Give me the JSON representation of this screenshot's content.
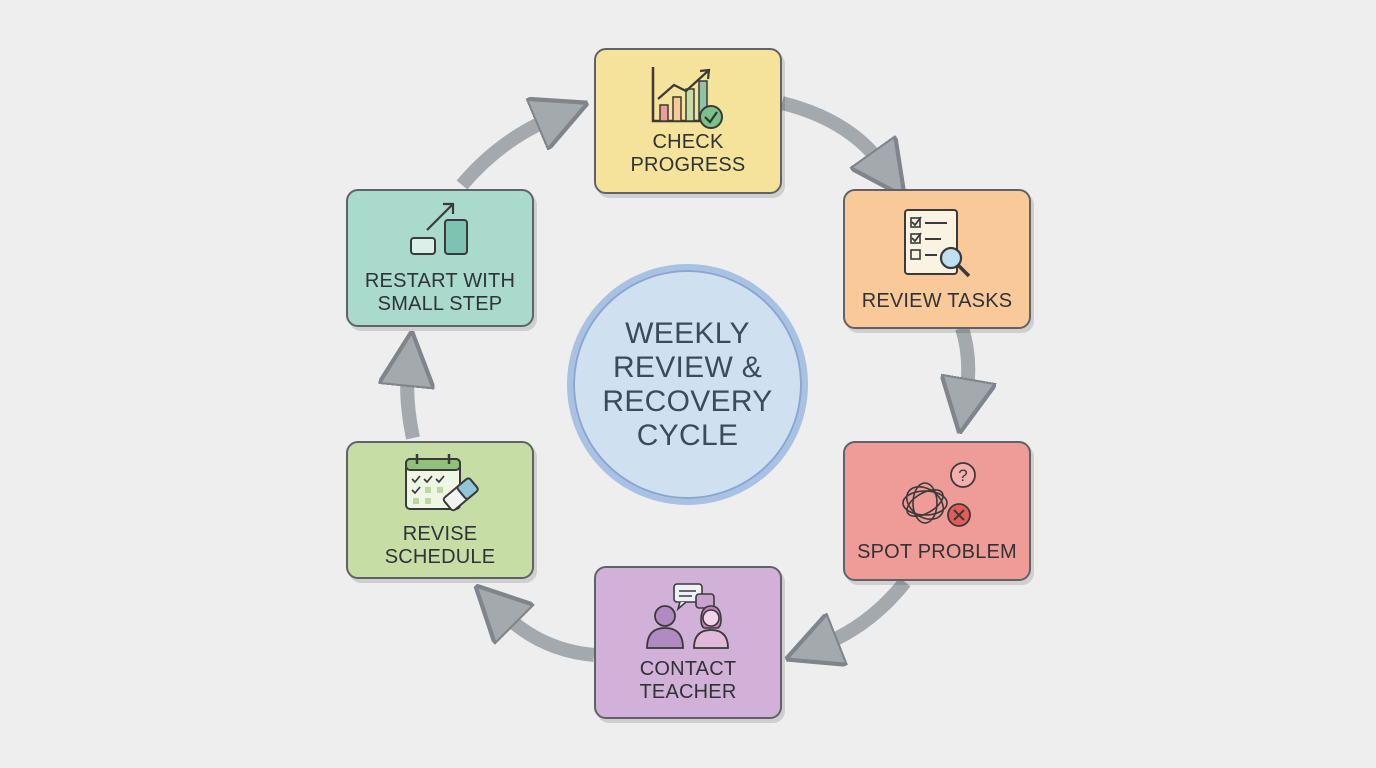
{
  "diagram": {
    "center_title": "WEEKLY\nREVIEW &\nRECOVERY\nCYCLE",
    "steps": [
      {
        "label": "CHECK\nPROGRESS",
        "icon": "bar-chart-check-icon",
        "color": "#f6e39b"
      },
      {
        "label": "REVIEW TASKS",
        "icon": "checklist-magnifier-icon",
        "color": "#f9c99a"
      },
      {
        "label": "SPOT PROBLEM",
        "icon": "tangled-question-icon",
        "color": "#ef9c98"
      },
      {
        "label": "CONTACT\nTEACHER",
        "icon": "people-chat-icon",
        "color": "#d2b1d8"
      },
      {
        "label": "REVISE\nSCHEDULE",
        "icon": "calendar-eraser-icon",
        "color": "#c6dea6"
      },
      {
        "label": "RESTART WITH\nSMALL STEP",
        "icon": "small-step-arrow-icon",
        "color": "#a9dacc"
      }
    ],
    "colors": {
      "arrow": "#a4a9ae",
      "arrow_outline": "#7f858b",
      "center_fill": "#cfe1f1",
      "center_ring": "#a9c1e3"
    }
  }
}
